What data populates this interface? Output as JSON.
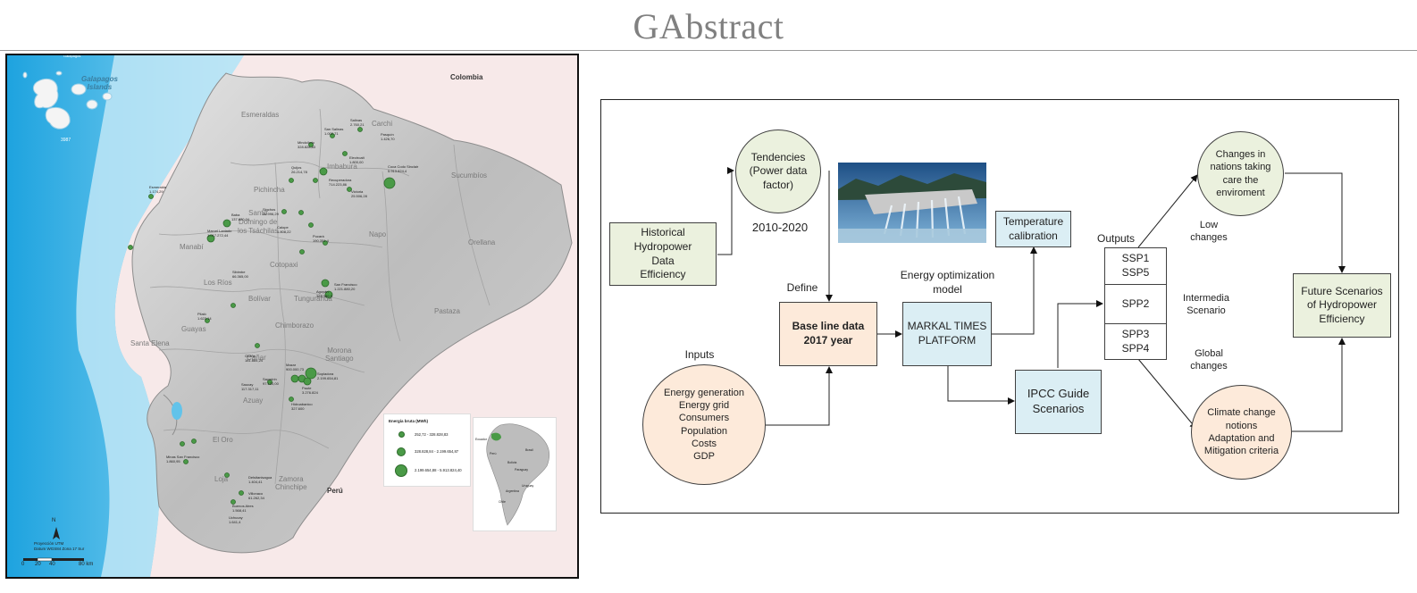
{
  "page": {
    "title": "GAbstract"
  },
  "map": {
    "labels": {
      "colombia": "Colombia",
      "peru": "Perú",
      "galapagos": "Galapagos\nIslands",
      "galapagos_small": "Galapagos",
      "esmeraldas": "Esmeraldas",
      "imbabura": "Imbabura",
      "carchi": "Carchi",
      "pichincha": "Pichincha",
      "sucumbios": "Sucumbíos",
      "santo_domingo": "Santo\nDomingo de\nlos Tsáchilas",
      "napo": "Napo",
      "orellana": "Orellana",
      "manabi": "Manabí",
      "cotopaxi": "Cotopaxi",
      "tungurahua": "Tungurahua",
      "pastaza": "Pastaza",
      "los_rios": "Los Ríos",
      "bolivar": "Bolívar",
      "chimborazo": "Chimborazo",
      "guayas": "Guayas",
      "santa_elena": "Santa Elena",
      "morona": "Morona\nSantiago",
      "canar": "Cañar",
      "azuay": "Azuay",
      "el_oro": "El Oro",
      "loja": "Loja",
      "zamora": "Zamora\nChinchipe",
      "depth": "3987"
    },
    "plants": [
      "Salinas\n2.760,21",
      "Pasquín\n1.426,70",
      "San Salinas\n1.002,71",
      "Mindo/Irrio\n328.828,83",
      "Electroalt\n1.800,00",
      "Coca Codo Sinclair\n5.913.824,4",
      "Recuperadora\n714.223,86",
      "Victoria\n25.506,28",
      "Quijos\n26.214,78",
      "Sigchos\n26.996,29",
      "Baba\n137.820,04",
      "Marcel Laniado\n1.017.272,44",
      "Esmeralda\n1.174,29",
      "Sibimbe\n66.365,00",
      "Agoyán\n383.380,9",
      "San Francisco\n1.221.880,20",
      "Sopladora\n2.199.654,81",
      "Mazar\n900.000,73",
      "Paute\n3.276.824",
      "Saucay\n117.317,11",
      "Saymirín\n97.120,00",
      "Ocaña\n181.884,24",
      "Hidroabanico\n327.600",
      "Delsitanisagua\n1.404,41",
      "Minas San Francisco\n1.860,95",
      "Villonaco\n61.262,34",
      "Buenos Aires\n1.568,41",
      "Uchucay\n1.641,4",
      "Pilaló\n1.623,14",
      "Pucará\n190.351,4",
      "Calope\n1.808,22"
    ],
    "legend": {
      "title": "Energía bruta (MWh)",
      "rows": [
        "252,72 - 328.828,83",
        "328.828,84 - 2.199.654,87",
        "2.199.654,88 - 5.913.824,40"
      ]
    },
    "inset_labels": [
      "Ecuador",
      "Brasil",
      "Perú",
      "Bolivia",
      "Paraguay",
      "Argentina",
      "Chile",
      "Uruguay"
    ],
    "scale": {
      "projection": "Proyección UTM\nDatum WGS84 Zona 17 Sur",
      "ticks": [
        "0",
        "20",
        "40",
        "80 km"
      ],
      "north": "N"
    }
  },
  "flowchart": {
    "nodes": {
      "historical": "Historical\nHydropower\nData\nEfficiency",
      "tendencies": "Tendencies\n(Power data\nfactor)",
      "baseline": "Base line data\n2017 year",
      "markal": "MARKAL TIMES\nPLATFORM",
      "temperature": "Temperature\ncalibration",
      "ipcc": "IPCC Guide\nScenarios",
      "inputs_circle": "Energy generation\nEnergy grid\nConsumers\nPopulation\nCosts\nGDP",
      "ssp15": "SSP1\nSSP5",
      "spp2": "SPP2",
      "spp34": "SPP3\nSPP4",
      "changes": "Changes in\nnations taking\ncare the\nenviroment",
      "climate": "Climate change\nnotions\nAdaptation and\nMitigation criteria",
      "future": "Future Scenarios\nof Hydropower\nEfficiency"
    },
    "labels": {
      "period": "2010-2020",
      "define": "Define",
      "inputs": "Inputs",
      "energy_model": "Energy optimization\nmodel",
      "outputs": "Outputs",
      "low_changes": "Low\nchanges",
      "intermedia": "Intermedia\nScenario",
      "global_changes": "Global\nchanges"
    }
  },
  "colors": {
    "node_green": "#ebf1de",
    "node_blue": "#dbeef4",
    "node_peach": "#fdeada",
    "ocean": "#2fa6dd",
    "plant_marker": "#4a9a47"
  }
}
